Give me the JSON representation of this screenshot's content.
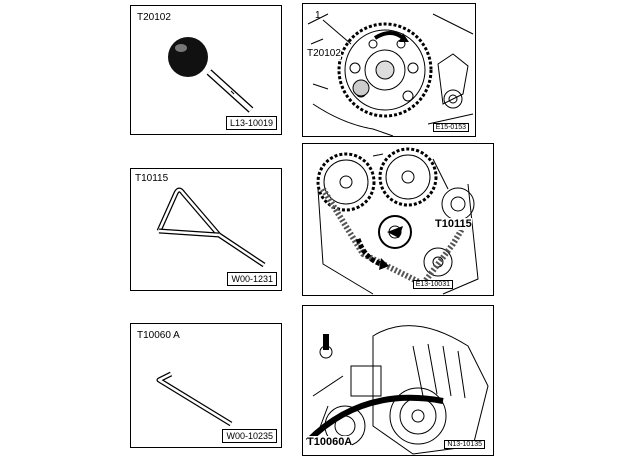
{
  "tools": [
    {
      "name": "T20102",
      "code": "L13-10019"
    },
    {
      "name": "T10115",
      "code": "W00-1231"
    },
    {
      "name": "T10060 A",
      "code": "W00-10235"
    }
  ],
  "illustrations": [
    {
      "ref": "E15-0153",
      "callout_number": "1",
      "callout_tool": "T20102"
    },
    {
      "ref": "E13-10031",
      "callout_tool": "T10115"
    },
    {
      "ref": "N13-10135",
      "callout_tool": "T10060A"
    }
  ]
}
